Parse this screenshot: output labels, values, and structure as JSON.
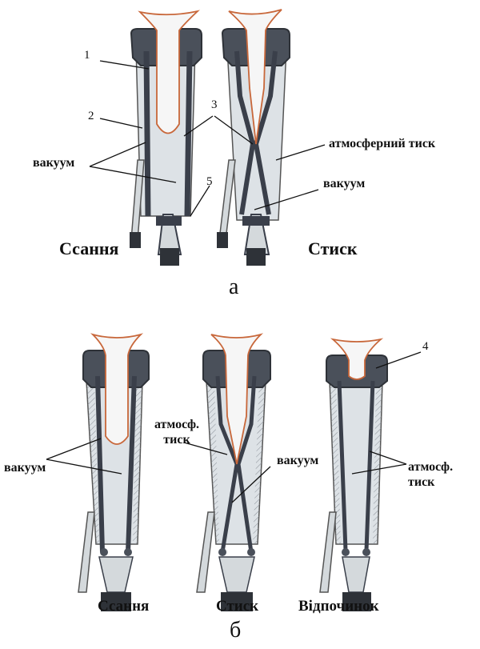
{
  "panel_a": {
    "section_label": "а",
    "numbers": {
      "n1": "1",
      "n2": "2",
      "n3": "3",
      "n5": "5"
    },
    "vacuum_left": "вакуум",
    "atm_pressure": "атмосферний тиск",
    "vacuum_right": "вакуум",
    "caption_left": "Ссання",
    "caption_right": "Стиск"
  },
  "panel_b": {
    "section_label": "б",
    "number4": "4",
    "vacuum_left": "вакуум",
    "atm_mid": "атмосф. тиск",
    "vacuum_mid": "вакуум",
    "atm_right": "атмосф. тиск",
    "caption_left": "Ссання",
    "caption_mid": "Стиск",
    "caption_right": "Відпочинок"
  },
  "colors": {
    "liner": "#3a3f4a",
    "shell": "#dde2e6",
    "teat": "#c8673a",
    "fill": "#cfd4d8",
    "ink": "#111111"
  }
}
